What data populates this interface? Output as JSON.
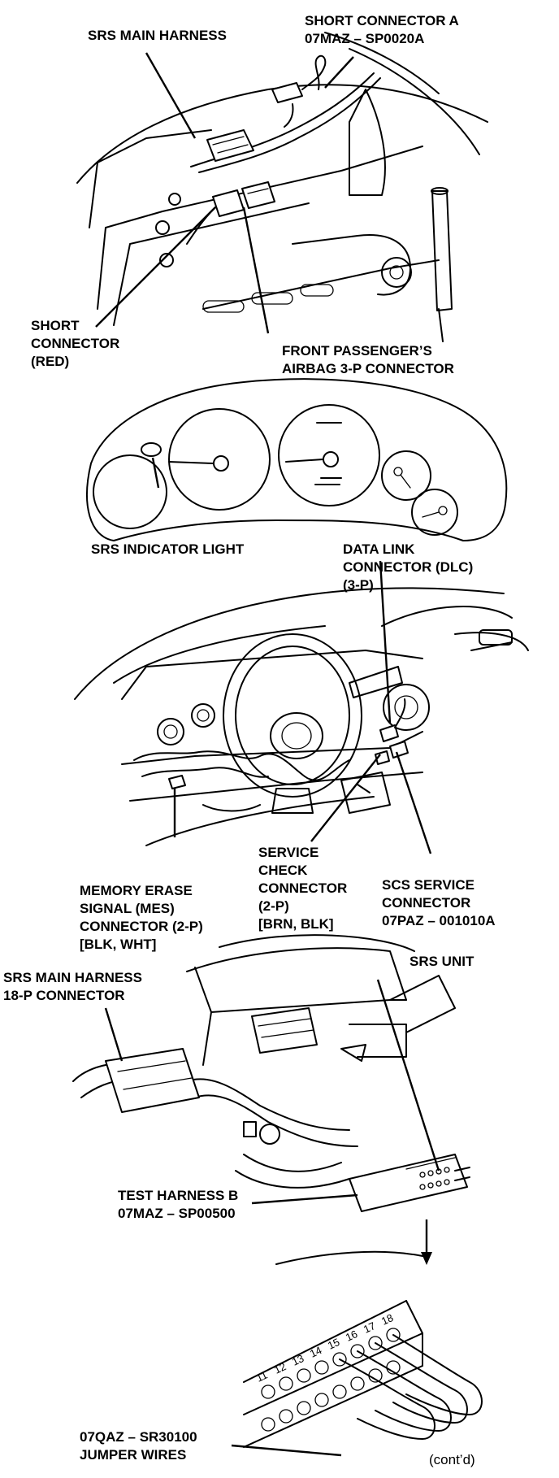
{
  "labels": {
    "srs_main_harness": "SRS MAIN HARNESS",
    "short_connector_a": [
      "SHORT CONNECTOR A",
      "07MAZ – SP0020A"
    ],
    "short_connector_red": [
      "SHORT",
      "CONNECTOR",
      "(RED)"
    ],
    "front_passenger_airbag": [
      "FRONT PASSENGER’S",
      "AIRBAG 3-P CONNECTOR"
    ],
    "srs_indicator_light": "SRS INDICATOR LIGHT",
    "data_link_connector": [
      "DATA LINK",
      "CONNECTOR (DLC)",
      "(3-P)"
    ],
    "service_check_connector": [
      "SERVICE",
      "CHECK",
      "CONNECTOR",
      "(2-P)",
      "[BRN, BLK]"
    ],
    "mes_connector": [
      "MEMORY ERASE",
      "SIGNAL (MES)",
      "CONNECTOR (2-P)",
      "[BLK, WHT]"
    ],
    "scs_service_connector": [
      "SCS SERVICE",
      "CONNECTOR",
      "07PAZ – 001010A"
    ],
    "srs_main_harness_18p": [
      "SRS MAIN HARNESS",
      "18-P CONNECTOR"
    ],
    "srs_unit": "SRS UNIT",
    "test_harness_b": [
      "TEST HARNESS B",
      "07MAZ – SP00500"
    ],
    "jumper_wires": [
      "07QAZ – SR30100",
      "JUMPER WIRES"
    ],
    "contd": "(cont’d)"
  },
  "terminal_numbers": [
    "11",
    "12",
    "13",
    "14",
    "15",
    "16",
    "17",
    "18"
  ]
}
